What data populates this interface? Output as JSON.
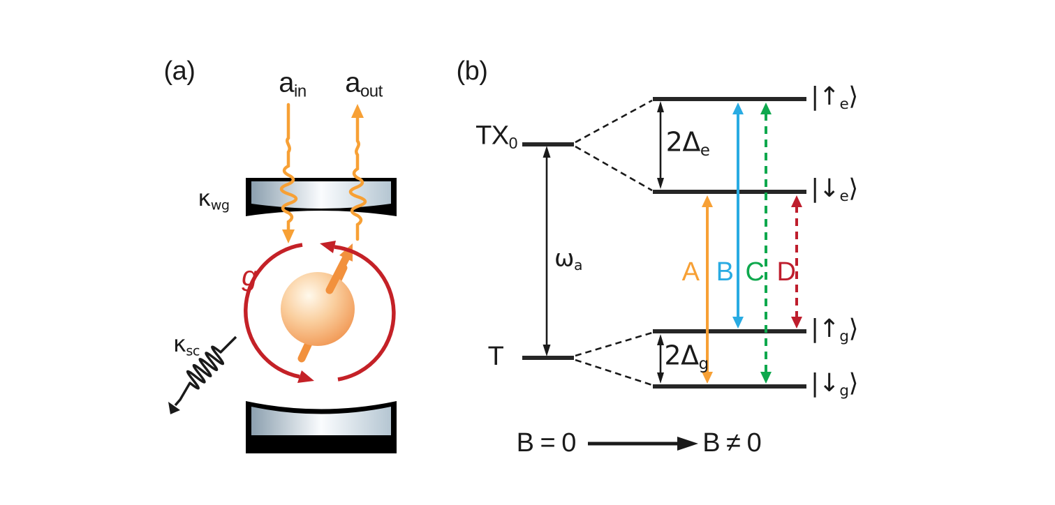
{
  "figure": {
    "panel_a": {
      "label": "(a)",
      "mode_in": {
        "base": "a",
        "sub": "in"
      },
      "mode_out": {
        "base": "a",
        "sub": "out"
      },
      "kappa_wg": {
        "base": "κ",
        "sub": "wg"
      },
      "kappa_sc": {
        "base": "κ",
        "sub": "sc"
      },
      "coupling": "g"
    },
    "panel_b": {
      "label": "(b)",
      "level_TX0": {
        "base": "TX",
        "sub": "0"
      },
      "level_T": "T",
      "omega_a": {
        "base": "ω",
        "sub": "a"
      },
      "splitting_e": {
        "base": "2Δ",
        "sub": "e"
      },
      "splitting_g": {
        "base": "2Δ",
        "sub": "g"
      },
      "kets": {
        "up_e": {
          "pre": "|↑",
          "sub": "e",
          "post": "⟩"
        },
        "down_e": {
          "pre": "|↓",
          "sub": "e",
          "post": "⟩"
        },
        "up_g": {
          "pre": "|↑",
          "sub": "g",
          "post": "⟩"
        },
        "down_g": {
          "pre": "|↓",
          "sub": "g",
          "post": "⟩"
        }
      },
      "transitions": [
        {
          "label": "A",
          "color": "#F7A035",
          "line_style": "solid",
          "connects": [
            "|↓g⟩",
            "|↓e⟩"
          ]
        },
        {
          "label": "B",
          "color": "#29ABE2",
          "line_style": "solid",
          "connects": [
            "|↑g⟩",
            "|↑e⟩"
          ]
        },
        {
          "label": "C",
          "color": "#0EA84D",
          "line_style": "dashed",
          "connects": [
            "|↓g⟩",
            "|↑e⟩"
          ]
        },
        {
          "label": "D",
          "color": "#BE1E2D",
          "line_style": "dashed",
          "connects": [
            "|↑g⟩",
            "|↓e⟩"
          ]
        }
      ],
      "field_zero": "B = 0",
      "field_nonzero": "B ≠ 0"
    },
    "colors": {
      "photon_orange": "#F7A035",
      "spin_orange": "#F2913D",
      "coupling_red": "#C42127",
      "line_black": "#1a1a1a",
      "level_dark": "#262626",
      "mirror_outline": "#000000",
      "mirror_edge_dark": "#8CA0AF",
      "mirror_center": "#FAFCFE",
      "mirror_edge_light": "#B5C6D2",
      "sphere_highlight": "#FFF9EC",
      "sphere_mid": "#FACF9F",
      "sphere_edge": "#F0914B"
    }
  }
}
